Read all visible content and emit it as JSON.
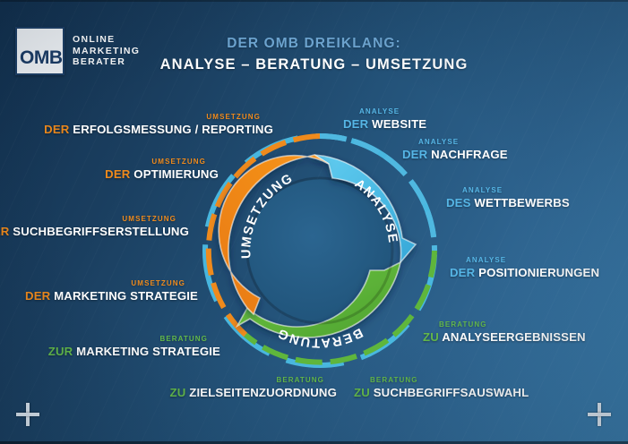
{
  "logo": {
    "mark_text": "OMB",
    "lines": [
      "ONLINE",
      "MARKETING",
      "BERATER"
    ]
  },
  "title": {
    "line1": "DER OMB DREIKLANG:",
    "line2": "ANALYSE – BERATUNG – UMSETZUNG"
  },
  "colors": {
    "analyse": "#56b6e6",
    "beratung": "#63b84a",
    "umsetzung": "#ef8a1c",
    "background_dark": "#12304e",
    "background_light": "#3e81b1",
    "center_hole": "#265f89",
    "text": "#ffffff"
  },
  "donut": {
    "segments": [
      {
        "name": "ANALYSE",
        "color": "#4cc0e8"
      },
      {
        "name": "BERATUNG",
        "color": "#5fb63c"
      },
      {
        "name": "UMSETZUNG",
        "color": "#ef8a1c"
      }
    ]
  },
  "labels": {
    "right": [
      {
        "category": "ANALYSE",
        "article": "DER",
        "text": "WEBSITE"
      },
      {
        "category": "ANALYSE",
        "article": "DER",
        "text": "NACHFRAGE"
      },
      {
        "category": "ANALYSE",
        "article": "DES",
        "text": "WETTBEWERBS"
      },
      {
        "category": "ANALYSE",
        "article": "DER",
        "text": "POSITIONIERUNGEN"
      },
      {
        "category": "BERATUNG",
        "article": "ZU",
        "text": "ANALYSEERGEBNISSEN"
      },
      {
        "category": "BERATUNG",
        "article": "ZU",
        "text": "SUCHBEGRIFFSAUSWAHL"
      }
    ],
    "left": [
      {
        "category": "UMSETZUNG",
        "article": "DER",
        "text": "ERFOLGSMESSUNG / REPORTING"
      },
      {
        "category": "UMSETZUNG",
        "article": "DER",
        "text": "OPTIMIERUNG"
      },
      {
        "category": "UMSETZUNG",
        "article": "DER",
        "text": "SUCHBEGRIFFSERSTELLUNG"
      },
      {
        "category": "UMSETZUNG",
        "article": "DER",
        "text": "MARKETING STRATEGIE"
      },
      {
        "category": "BERATUNG",
        "article": "ZUR",
        "text": "MARKETING STRATEGIE"
      },
      {
        "category": "BERATUNG",
        "article": "ZU",
        "text": "ZIELSEITENZUORDNUNG"
      }
    ]
  },
  "markers": {
    "plus": "+"
  }
}
